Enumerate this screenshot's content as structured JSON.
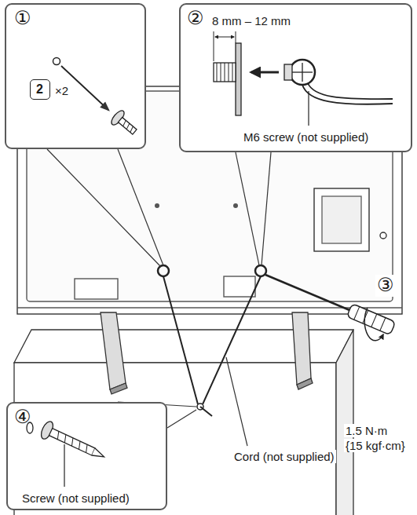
{
  "diagram": {
    "nodes": [
      {
        "text": [
          "①",
          "×2"
        ]
      },
      {
        "text": [
          "2"
        ],
        "in": 0
      },
      {
        "text": [
          "②",
          "8 mm – 12 mm",
          "M6 screw (not supplied)"
        ]
      },
      {
        "text": [
          "④",
          "Screw (not supplied)"
        ]
      }
    ],
    "labels": [
      "③",
      "1.5 N·m",
      "{15 kgf·cm}",
      "Cord (not supplied)"
    ]
  }
}
